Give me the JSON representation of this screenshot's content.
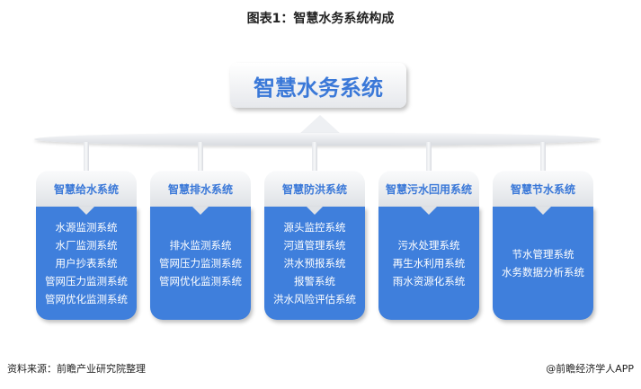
{
  "title": "图表1：智慧水务系统构成",
  "root": "智慧水务系统",
  "columns": [
    {
      "label": "智慧给水系统",
      "items": [
        "水源监测系统",
        "水厂监测系统",
        "用户抄表系统",
        "管网压力监测系统",
        "管网优化监测系统"
      ]
    },
    {
      "label": "智慧排水系统",
      "items": [
        "排水监测系统",
        "管网压力监测系统",
        "管网优化监测系统"
      ]
    },
    {
      "label": "智慧防洪系统",
      "items": [
        "源头监控系统",
        "河道管理系统",
        "洪水预报系统",
        "报警系统",
        "洪水风险评估系统"
      ]
    },
    {
      "label": "智慧污水回用系统",
      "items": [
        "污水处理系统",
        "再生水利用系统",
        "雨水资源化系统"
      ]
    },
    {
      "label": "智慧节水系统",
      "items": [
        "节水管理系统",
        "水务数据分析系统"
      ]
    }
  ],
  "footer": {
    "source": "资料来源：前瞻产业研究院整理",
    "brand": "@前瞻经济学人APP"
  }
}
